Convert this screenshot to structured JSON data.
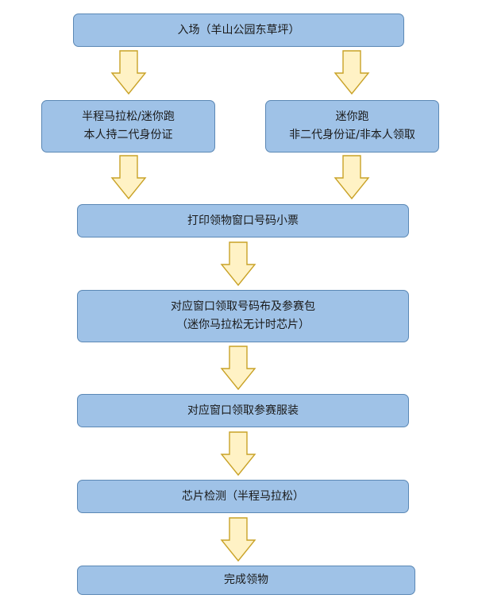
{
  "nodes": {
    "entry": {
      "line1": "入场（羊山公园东草坪）"
    },
    "half_marathon_pickup": {
      "line1": "半程马拉松/迷你跑",
      "line2": "本人持二代身份证"
    },
    "mini_run_pickup": {
      "line1": "迷你跑",
      "line2": "非二代身份证/非本人领取"
    },
    "print_ticket": {
      "line1": "打印领物窗口号码小票"
    },
    "collect_bib": {
      "line1": "对应窗口领取号码布及参赛包",
      "line2": "（迷你马拉松无计时芯片）"
    },
    "collect_apparel": {
      "line1": "对应窗口领取参赛服装"
    },
    "chip_check": {
      "line1": "芯片检测（半程马拉松）"
    },
    "complete": {
      "line1": "完成领物"
    }
  },
  "colors": {
    "box_fill": "#9fc2e7",
    "box_border": "#5b88b5",
    "arrow_fill": "#fff2c5",
    "arrow_border": "#c9a227"
  }
}
